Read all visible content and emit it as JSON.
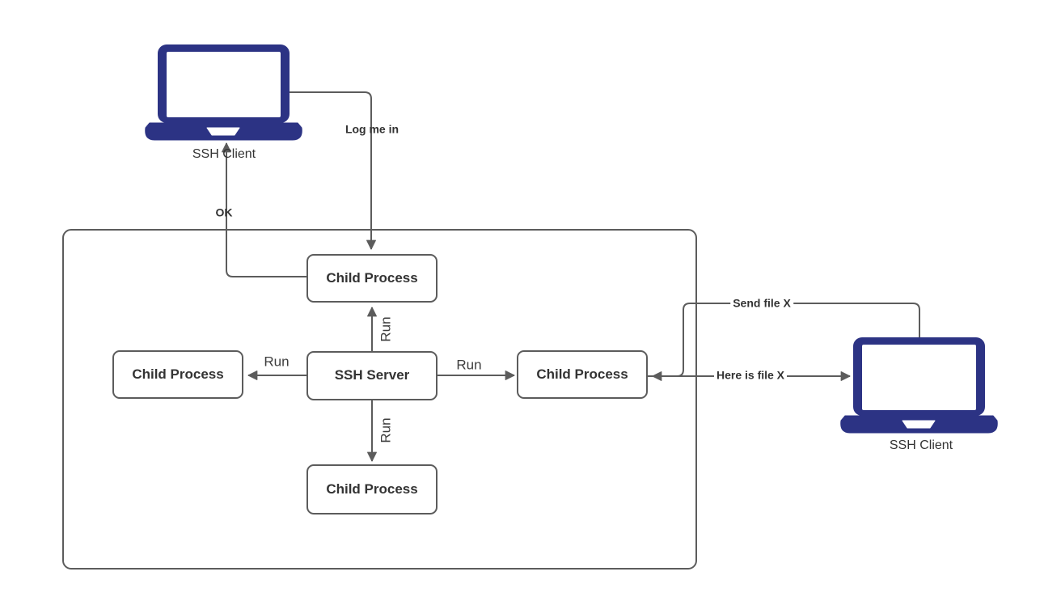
{
  "diagram": {
    "type": "ssh-architecture-flow",
    "nodes": {
      "ssh_server": {
        "label": "SSH Server"
      },
      "child_top": {
        "label": "Child Process"
      },
      "child_left": {
        "label": "Child Process"
      },
      "child_right": {
        "label": "Child Process"
      },
      "child_bottom": {
        "label": "Child Process"
      }
    },
    "clients": {
      "left": {
        "label": "SSH Client"
      },
      "right": {
        "label": "SSH Client"
      }
    },
    "edges": {
      "log_me_in": {
        "label": "Log me in",
        "from": "left SSH Client",
        "to": "top Child Process"
      },
      "ok": {
        "label": "OK",
        "from": "top Child Process",
        "to": "left SSH Client"
      },
      "run_top": {
        "label": "Run",
        "from": "SSH Server",
        "to": "top Child Process"
      },
      "run_left": {
        "label": "Run",
        "from": "SSH Server",
        "to": "left Child Process"
      },
      "run_right": {
        "label": "Run",
        "from": "SSH Server",
        "to": "right Child Process"
      },
      "run_bottom": {
        "label": "Run",
        "from": "SSH Server",
        "to": "bottom Child Process"
      },
      "send_file": {
        "label": "Send file X",
        "from": "right SSH Client",
        "to": "right Child Process"
      },
      "here_is_file": {
        "label": "Here is file X",
        "from": "right Child Process",
        "to": "right SSH Client"
      }
    },
    "colors": {
      "laptop_fill": "#2c3384",
      "line_stroke": "#5c5c5c",
      "box_border": "#5c5c5c",
      "box_fill": "#ffffff",
      "text": "#333333",
      "background": "#ffffff"
    }
  }
}
